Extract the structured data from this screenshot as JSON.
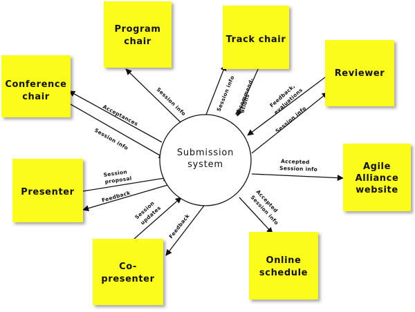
{
  "hub": {
    "lines": [
      "Submission",
      "system"
    ]
  },
  "actors": {
    "program_chair": {
      "lines": [
        "Program",
        "chair"
      ]
    },
    "track_chair": {
      "lines": [
        "Track chair"
      ]
    },
    "reviewer": {
      "lines": [
        "Reviewer"
      ]
    },
    "conference_chair": {
      "lines": [
        "Conference",
        "chair"
      ]
    },
    "presenter": {
      "lines": [
        "Presenter"
      ]
    },
    "agile_alliance": {
      "lines": [
        "Agile",
        "Alliance",
        "website"
      ]
    },
    "co_presenter": {
      "lines": [
        "Co-",
        "presenter"
      ]
    },
    "online_schedule": {
      "lines": [
        "Online",
        "schedule"
      ]
    }
  },
  "flows": {
    "program_session_info": {
      "lines": [
        "Session info"
      ]
    },
    "track_session_info": {
      "lines": [
        "Session info"
      ]
    },
    "track_recommendations": {
      "lines": [
        "Recommend-",
        "ations"
      ]
    },
    "reviewer_feedback": {
      "lines": [
        "Feedback,",
        "evaluations"
      ]
    },
    "reviewer_session_info": {
      "lines": [
        "Session info"
      ]
    },
    "conference_acceptances": {
      "lines": [
        "Acceptances"
      ]
    },
    "conference_session_info": {
      "lines": [
        "Session info"
      ]
    },
    "presenter_proposal": {
      "lines": [
        "Session",
        "proposal"
      ]
    },
    "presenter_feedback": {
      "lines": [
        "Feedback"
      ]
    },
    "agile_accepted": {
      "lines": [
        "Accepted",
        "Session info"
      ]
    },
    "copresenter_updates": {
      "lines": [
        "Session",
        "updates"
      ]
    },
    "copresenter_feedback": {
      "lines": [
        "Feedback"
      ]
    },
    "schedule_accepted": {
      "lines": [
        "Accepted",
        "Session info"
      ]
    }
  }
}
